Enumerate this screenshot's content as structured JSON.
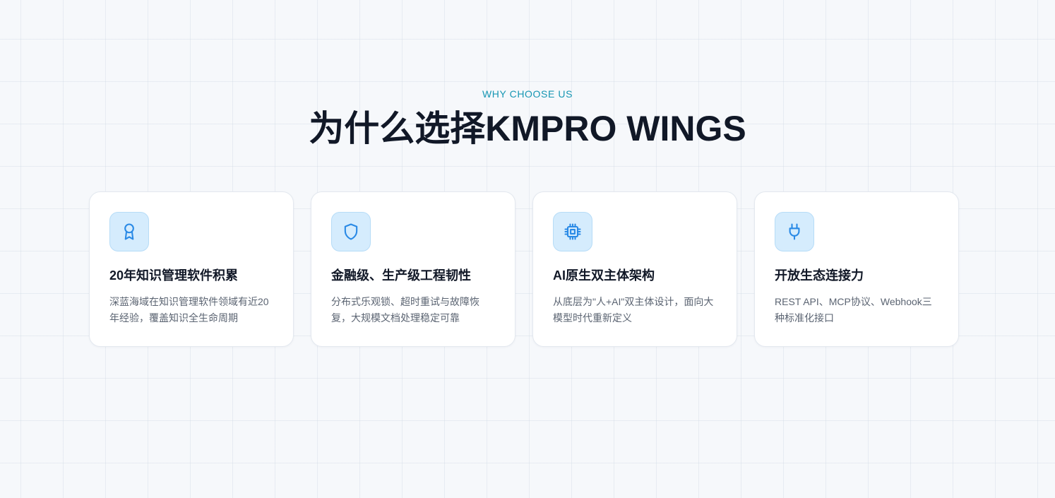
{
  "section": {
    "eyebrow": "WHY CHOOSE US",
    "title": "为什么选择KMPRO WINGS"
  },
  "cards": [
    {
      "icon": "award-icon",
      "title": "20年知识管理软件积累",
      "description": "深蓝海域在知识管理软件领域有近20年经验，覆盖知识全生命周期"
    },
    {
      "icon": "shield-icon",
      "title": "金融级、生产级工程韧性",
      "description": "分布式乐观锁、超时重试与故障恢复，大规模文档处理稳定可靠"
    },
    {
      "icon": "cpu-icon",
      "title": "AI原生双主体架构",
      "description": "从底层为\"人+AI\"双主体设计，面向大模型时代重新定义"
    },
    {
      "icon": "plug-icon",
      "title": "开放生态连接力",
      "description": "REST API、MCP协议、Webhook三种标准化接口"
    }
  ],
  "colors": {
    "accent": "#1696b3",
    "icon_stroke": "#2a8ae6",
    "icon_bg": "#d5ecfd",
    "title": "#111827",
    "body_text": "#5b6472"
  }
}
